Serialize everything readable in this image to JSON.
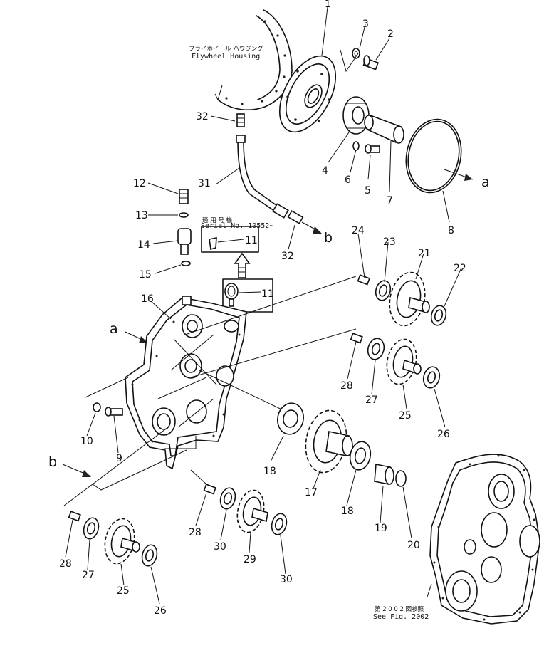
{
  "diagram": {
    "part_numbers": [
      "1",
      "2",
      "3",
      "4",
      "5",
      "6",
      "7",
      "8",
      "9",
      "10",
      "11",
      "11",
      "12",
      "13",
      "14",
      "15",
      "16",
      "17",
      "18",
      "18",
      "19",
      "20",
      "21",
      "22",
      "23",
      "24",
      "25",
      "25",
      "26",
      "26",
      "27",
      "27",
      "28",
      "28",
      "28",
      "29",
      "30",
      "30",
      "31",
      "32",
      "32"
    ],
    "references": {
      "a_top": "a",
      "a_left": "a",
      "b_top": "b",
      "b_left": "b"
    },
    "flywheel_housing": {
      "jp": "フライホイール ハウジング",
      "en": "Flywheel Housing"
    },
    "serial_box": {
      "jp": "適 用 号 機",
      "en": "Serial  No.  10552~"
    },
    "see_fig": {
      "jp": "第 2 0 0 2 図参照",
      "en": "See Fig.  2002"
    }
  }
}
